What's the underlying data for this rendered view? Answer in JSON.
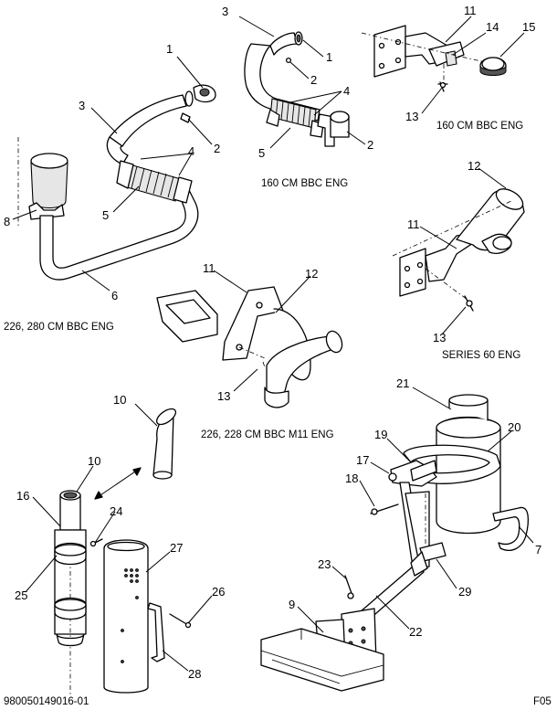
{
  "captions": {
    "c1": "160 CM BBC ENG",
    "c2": "160 CM BBC ENG",
    "c3": "226, 280 CM BBC ENG",
    "c4": "SERIES 60 ENG",
    "c5": "226, 228 CM BBC M11 ENG"
  },
  "footer": {
    "doc_number": "980050149016-01",
    "figure_code": "F05"
  },
  "callouts": {
    "n1": "1",
    "n2": "2",
    "n3": "3",
    "n4": "4",
    "n5": "5",
    "n6": "6",
    "n7": "7",
    "n8": "8",
    "n9": "9",
    "n10": "10",
    "n11": "11",
    "n12": "12",
    "n13": "13",
    "n14": "14",
    "n15": "15",
    "n16": "16",
    "n17": "17",
    "n18": "18",
    "n19": "19",
    "n20": "20",
    "n21": "21",
    "n22": "22",
    "n23": "23",
    "n24": "24",
    "n25": "25",
    "n26": "26",
    "n27": "27",
    "n28": "28",
    "n29": "29"
  }
}
